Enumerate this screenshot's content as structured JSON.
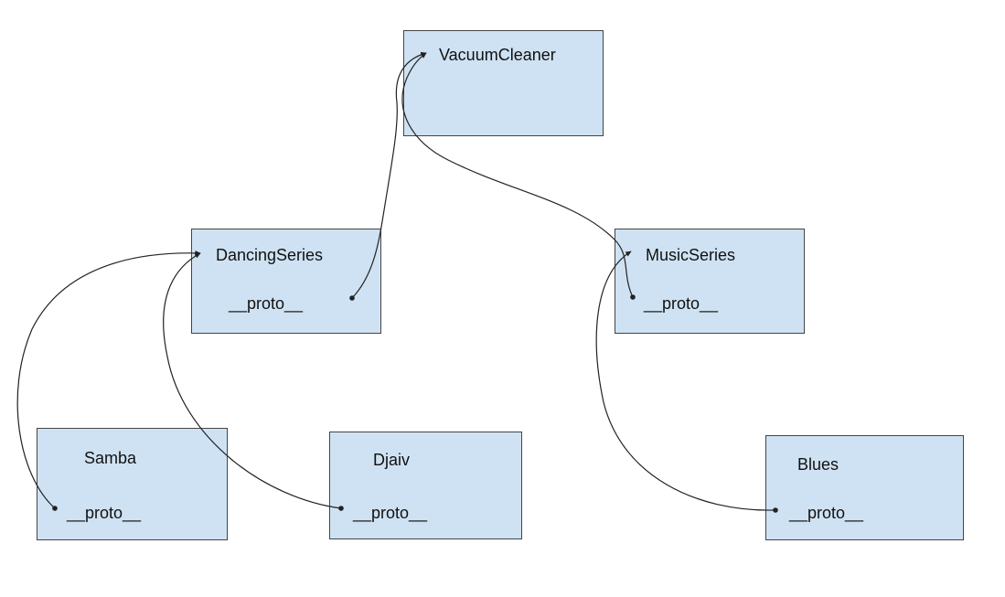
{
  "diagram": {
    "nodes": {
      "vacuum": {
        "name": "VacuumCleaner"
      },
      "dancing": {
        "name": "DancingSeries",
        "proto": "__proto__"
      },
      "music": {
        "name": "MusicSeries",
        "proto": "__proto__"
      },
      "samba": {
        "name": "Samba",
        "proto": "__proto__"
      },
      "djaiv": {
        "name": "Djaiv",
        "proto": "__proto__"
      },
      "blues": {
        "name": "Blues",
        "proto": "__proto__"
      }
    },
    "links": [
      {
        "from": "dancing.proto",
        "to": "vacuum"
      },
      {
        "from": "music.proto",
        "to": "vacuum"
      },
      {
        "from": "samba.proto",
        "to": "dancing"
      },
      {
        "from": "djaiv.proto",
        "to": "dancing"
      },
      {
        "from": "blues.proto",
        "to": "music"
      }
    ],
    "colors": {
      "box_fill": "#cfe2f3",
      "box_border": "#444444",
      "line": "#222222"
    }
  }
}
